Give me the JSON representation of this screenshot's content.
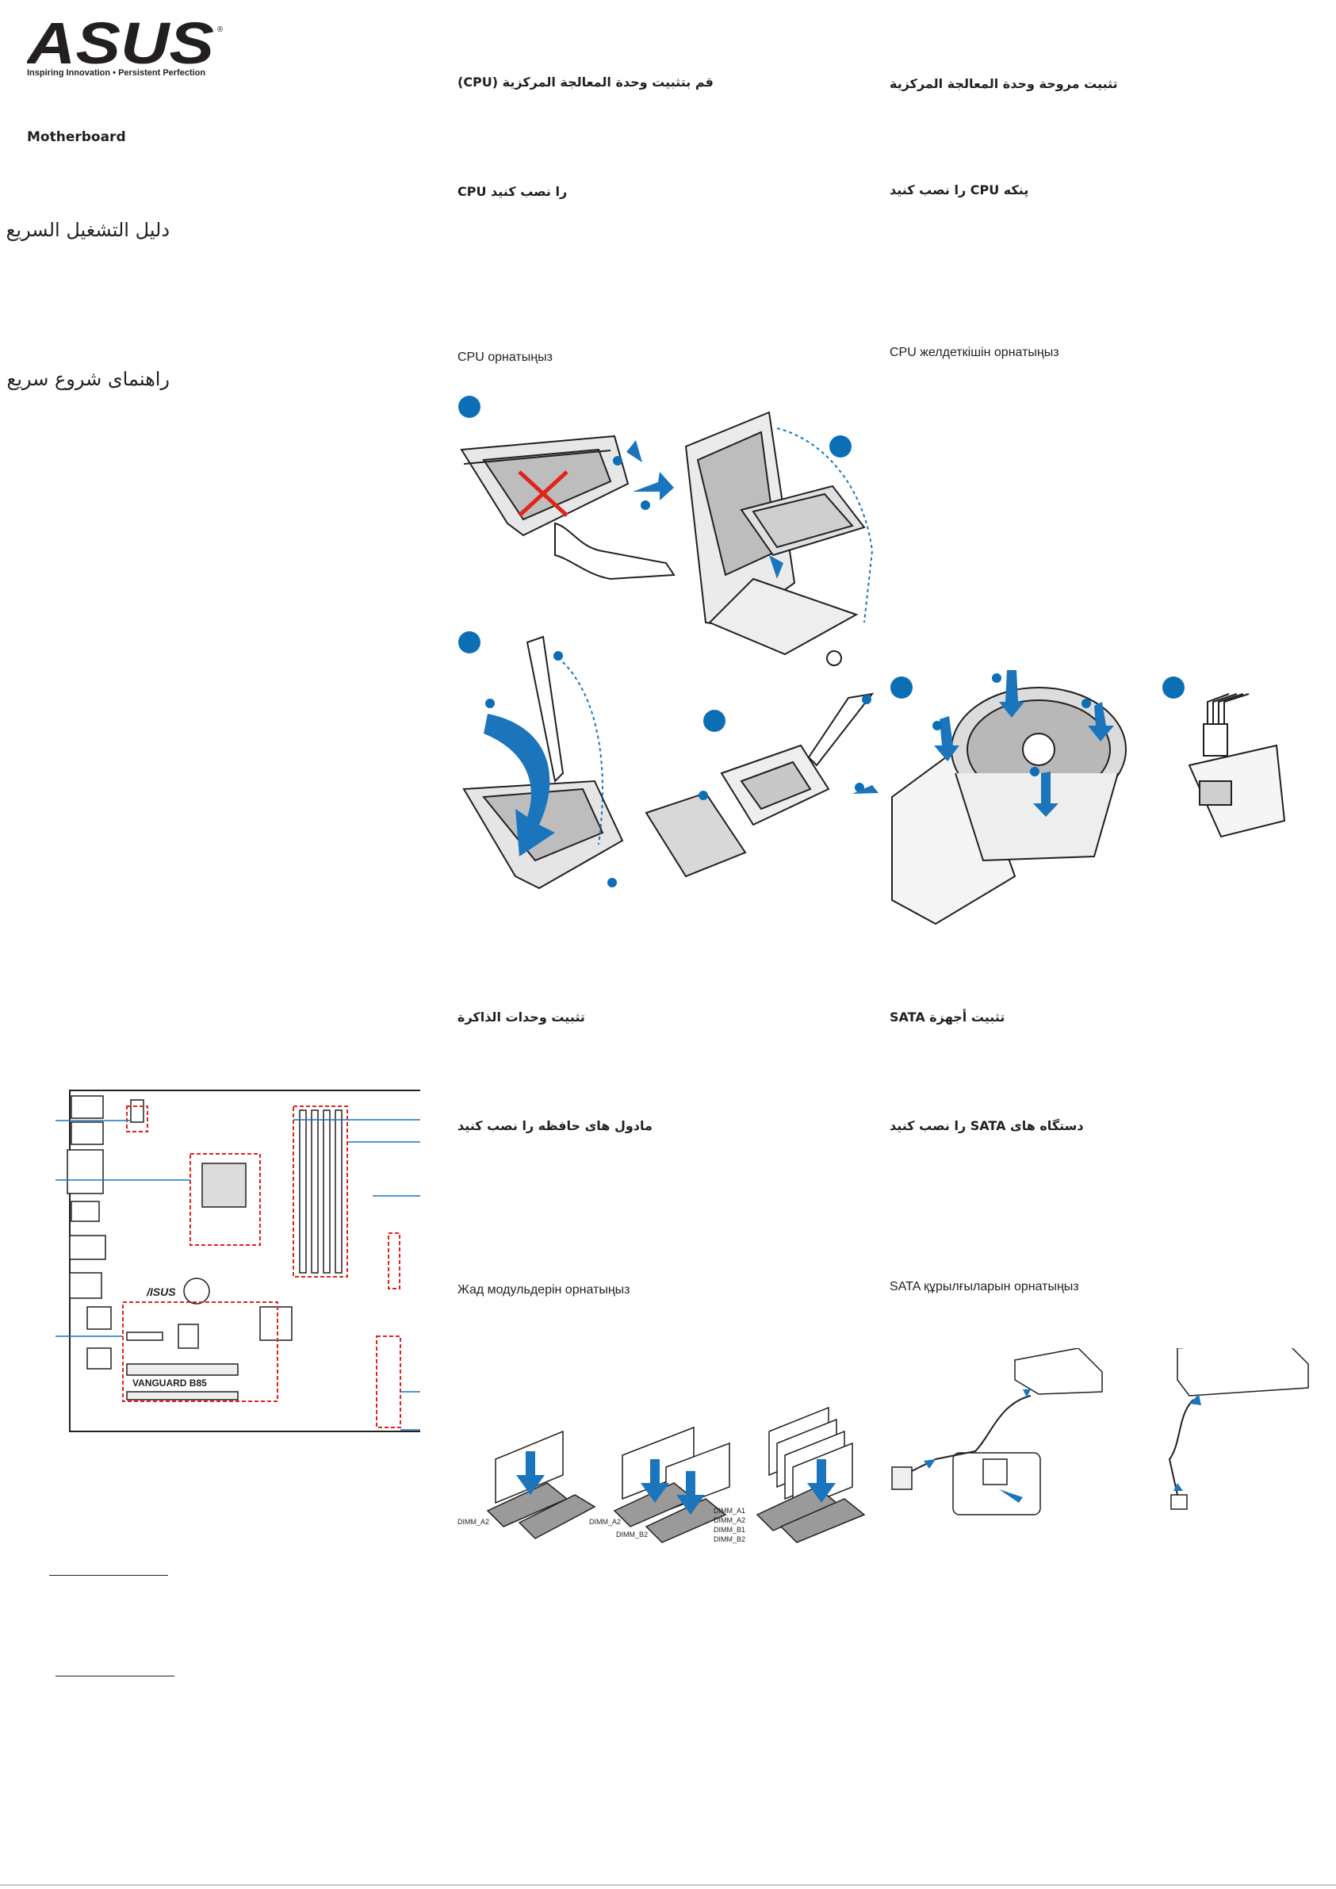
{
  "brand": {
    "name": "ASUS",
    "tagline": "Inspiring Innovation • Persistent Perfection",
    "registered": "®"
  },
  "product": "Motherboard",
  "titles": {
    "arabic": "دليل التشغيل السريع",
    "persian": "راهنمای شروع سریع"
  },
  "sections": {
    "cpu_install": {
      "arabic": "قم بتثبيت وحدة المعالجة المركزية (CPU)",
      "persian": "CPU را نصب کنید",
      "kazakh": "CPU орнатыңыз"
    },
    "cpu_fan": {
      "arabic": "تثبيت مروحة وحدة المعالجة المركزية",
      "persian": "پنکه CPU را نصب کنید",
      "kazakh": "CPU желдеткішін орнатыңыз"
    },
    "memory": {
      "arabic": "تثبيت وحدات الذاكرة",
      "persian": "مادول های حافظه را نصب کنید",
      "kazakh": "Жад модульдерін орнатыңыз"
    },
    "sata": {
      "arabic": "تثبيت أجهزة SATA",
      "persian": "دستگاه های SATA را نصب کنید",
      "kazakh": "SATA құрылғыларын орнатыңыз"
    }
  },
  "board": {
    "logo": "/ISUS",
    "model": "VANGUARD B85"
  },
  "dimm_labels": {
    "one": [
      "DIMM_A2"
    ],
    "two": [
      "DIMM_A2",
      "DIMM_B2"
    ],
    "four": [
      "DIMM_A1",
      "DIMM_A2",
      "DIMM_B1",
      "DIMM_B2"
    ]
  },
  "colors": {
    "accent_blue": "#1a75bc",
    "highlight_red": "#e2231a",
    "text": "#231f20"
  }
}
